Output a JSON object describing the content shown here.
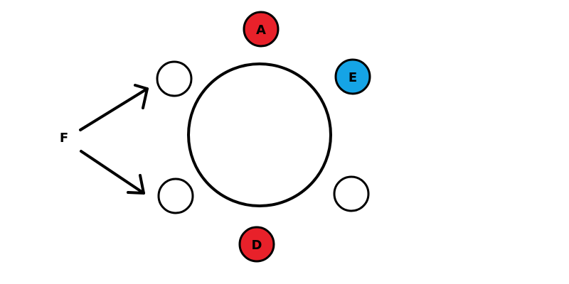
{
  "diagram": {
    "table": {
      "stroke": "#000000",
      "fill": "#ffffff"
    },
    "seats": [
      {
        "id": "A",
        "label": "A",
        "fill": "#e8212a"
      },
      {
        "id": "E",
        "label": "E",
        "fill": "#15a4e6"
      },
      {
        "id": "upper-left",
        "label": "",
        "fill": "#ffffff"
      },
      {
        "id": "lower-left",
        "label": "",
        "fill": "#ffffff"
      },
      {
        "id": "lower-right",
        "label": "",
        "fill": "#ffffff"
      },
      {
        "id": "D",
        "label": "D",
        "fill": "#e8212a"
      }
    ],
    "pointer": {
      "label": "F",
      "targets": [
        "upper-left",
        "lower-left"
      ]
    }
  }
}
